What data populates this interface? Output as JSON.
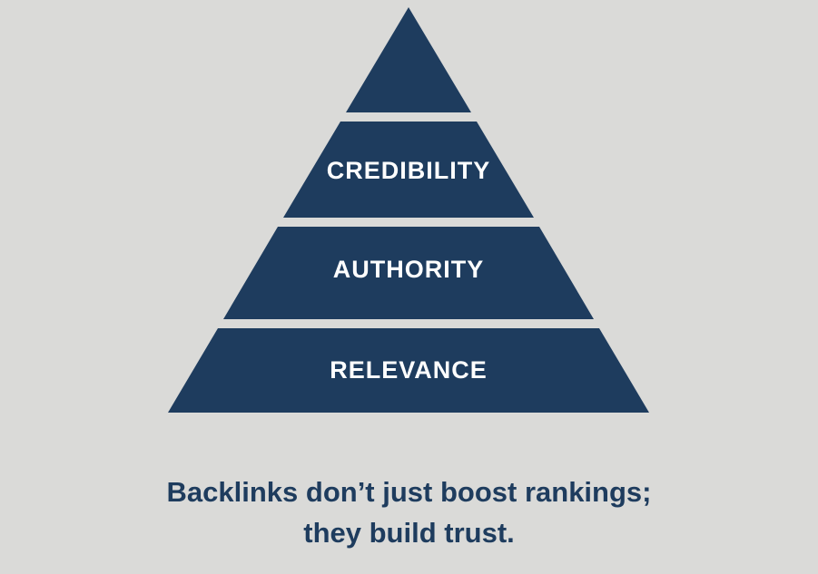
{
  "pyramid": {
    "tiers": [
      {
        "id": "top",
        "label": ""
      },
      {
        "id": "credibility",
        "label": "CREDIBILITY"
      },
      {
        "id": "authority",
        "label": "AUTHORITY"
      },
      {
        "id": "relevance",
        "label": "RELEVANCE"
      }
    ]
  },
  "caption": {
    "line1": "Backlinks don’t just boost rankings;",
    "line2": "they build trust."
  },
  "colors": {
    "pyramid": "#1e3c5e",
    "tier_text": "#ffffff",
    "caption_text": "#1e3c5e",
    "background": "#dadad8"
  }
}
